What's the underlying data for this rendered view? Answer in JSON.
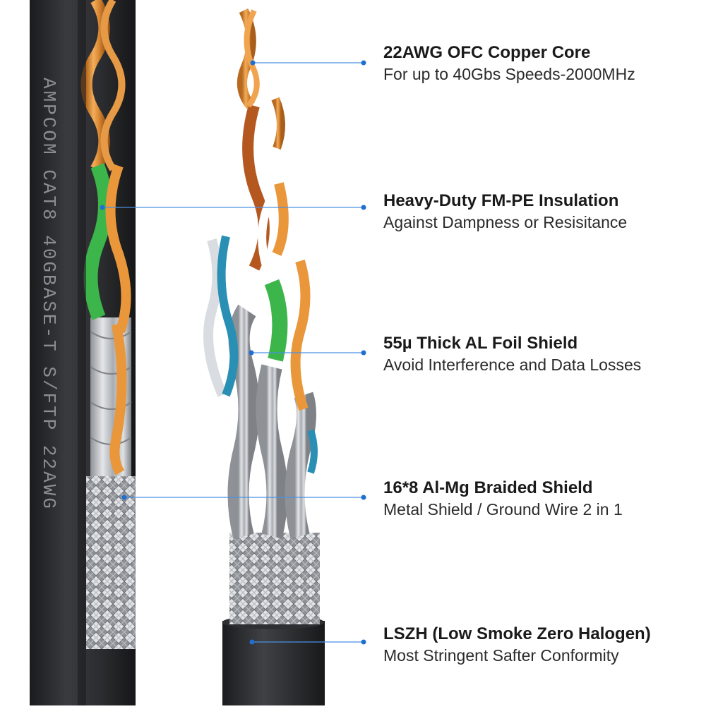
{
  "cable_print": "AMPCOM CAT8 40GBASE-T S/FTP 22AWG",
  "features": [
    {
      "title": "22AWG OFC Copper Core",
      "description": "For up to 40Gbs Speeds-2000MHz"
    },
    {
      "title": "Heavy-Duty FM-PE Insulation",
      "description": "Against Dampness or Resisitance"
    },
    {
      "title": "55µ Thick AL Foil Shield",
      "description": "Avoid Interference and Data Losses"
    },
    {
      "title": "16*8 Al-Mg Braided Shield",
      "description": "Metal Shield / Ground Wire 2 in 1"
    },
    {
      "title": "LSZH (Low Smoke Zero Halogen)",
      "description": "Most Stringent Safter Conformity"
    }
  ],
  "colors": {
    "jacket": "#2b2c2f",
    "copper": "#e9973a",
    "foil": "#b9bcc0",
    "braid": "#cfd2d6",
    "pair_green": "#3cb54a",
    "pair_blue": "#2a8fb5",
    "pair_brown": "#b4581f",
    "callout_line": "#4a90e2",
    "callout_dot": "#1f6fd1"
  }
}
